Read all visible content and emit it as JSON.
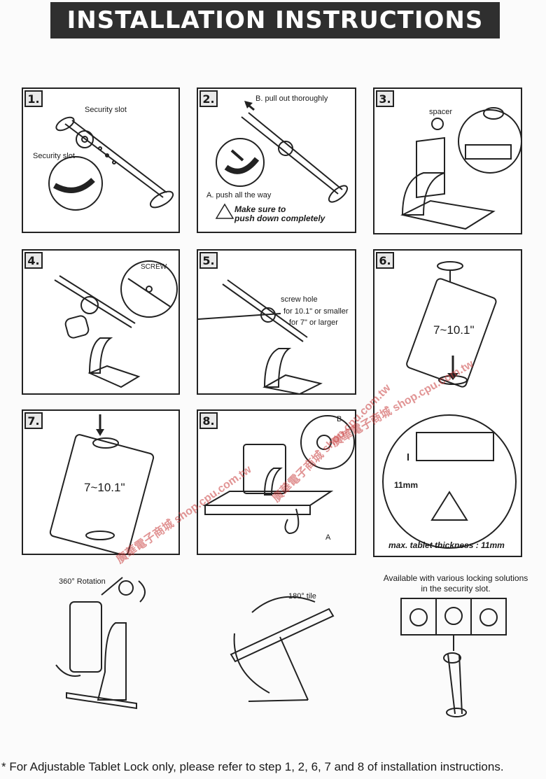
{
  "title": "INSTALLATION INSTRUCTIONS",
  "steps": [
    {
      "number": "1.",
      "labels": [
        "Security slot",
        "Security slot"
      ]
    },
    {
      "number": "2.",
      "labels": [
        "B. pull out thoroughly",
        "A. push all the way"
      ],
      "warning": [
        "Make sure to",
        "push down completely"
      ]
    },
    {
      "number": "3.",
      "labels": [
        "spacer"
      ]
    },
    {
      "number": "4.",
      "labels": [
        "SCREW"
      ]
    },
    {
      "number": "5.",
      "labels": [
        "screw hole",
        "for 10.1\" or smaller",
        "for 7\" or larger"
      ]
    },
    {
      "number": "6.",
      "size": "7~10.1\"",
      "thickness": "11mm",
      "caption": "max. tablet thickness : 11mm"
    },
    {
      "number": "7.",
      "size": "7~10.1\""
    },
    {
      "number": "8.",
      "labels": [
        "B",
        "A"
      ]
    }
  ],
  "extras": {
    "rotation": "360° Rotation",
    "tilt": "180° tile",
    "locking": [
      "Available with various locking solutions",
      "in the security slot."
    ]
  },
  "watermarks": [
    "廣華電子商城 shop.cpu.com.tw",
    "廣華電子商城 shop.cpu.com.tw",
    "廣華電子商城 shop.cpu.com.tw"
  ],
  "footnote": "* For Adjustable Tablet Lock only, please refer to step 1, 2, 6, 7 and 8 of installation instructions."
}
